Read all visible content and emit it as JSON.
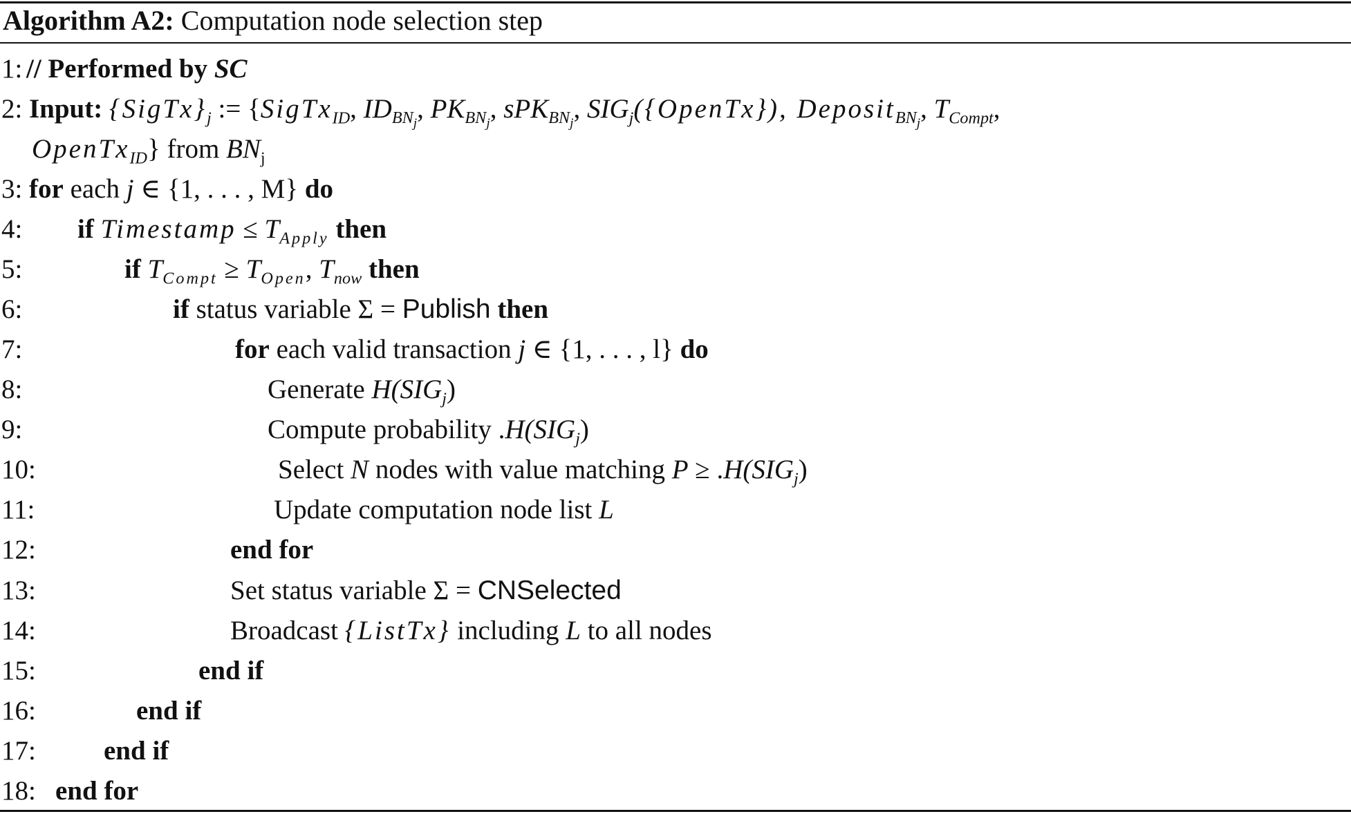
{
  "title": {
    "label": "Algorithm A2:",
    "text": "Computation node selection step"
  },
  "line_numbers": [
    "1:",
    "2:",
    "3:",
    "4:",
    "5:",
    "6:",
    "7:",
    "8:",
    "9:",
    "10:",
    "11:",
    "12:",
    "13:",
    "14:",
    "15:",
    "16:",
    "17:",
    "18:"
  ],
  "kw": {
    "performed_by": "// Performed by",
    "sc": "SC",
    "input": "Input:",
    "for": "for",
    "if": "if",
    "then": "then",
    "do": "do",
    "end_for": "end for",
    "end_if": "end if"
  },
  "t": {
    "sigtx_set": "{SigTx}",
    "sub_j": "j",
    "assign": " := {",
    "sigtx": "SigTx",
    "id_sub": "ID",
    "comma": ", ",
    "id": "ID",
    "bn": "BN",
    "pk": "PK",
    "spk": "sPK",
    "sig": "SIG",
    "sig_open": "({OpenTx}), ",
    "deposit": "Deposit",
    "t": "T",
    "compt": "Compt",
    "opentx": "OpenTx",
    "close_from": "} from ",
    "bn_j_sub": "j",
    "each": " each ",
    "j": "j",
    "in_set_M": " ∈ {1, . . . , M} ",
    "timestamp": "Timestamp",
    "le": " ≤ ",
    "apply": "Apply",
    "ge": " ≥ ",
    "open": "Open",
    "now": "now",
    "status_var": " status variable Σ = ",
    "publish": "Publish",
    "each_valid": " each valid transaction ",
    "in_set_l": " ∈ {1, . . . , l} ",
    "generate": "Generate ",
    "h_open": "H(SIG",
    "paren_close": ")",
    "compute": "Compute probability .",
    "select_a": "Select ",
    "n": "N",
    "select_b": " nodes with value matching ",
    "p": "P",
    "ge_dot": " ≥ .",
    "update": "Update computation node list ",
    "l_cap": "L",
    "set_status": "Set status variable Σ = ",
    "cnselected": "CNSelected",
    "broadcast": "Broadcast ",
    "listtx": "{ListTx}",
    "including": " including ",
    "to_all": " to all nodes"
  }
}
